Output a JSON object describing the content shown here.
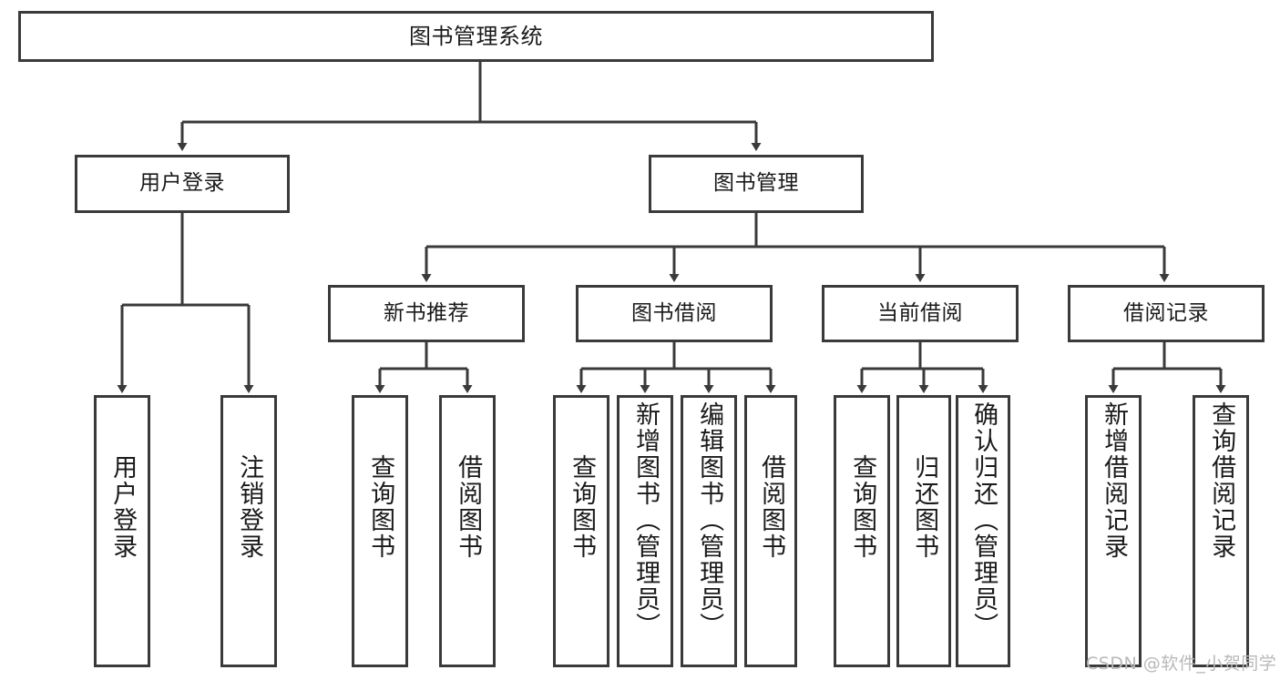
{
  "diagram": {
    "type": "tree",
    "title": "图书管理系统",
    "watermark": "CSDN @软件_小贺同学",
    "colors": {
      "box_border": "#3a3a3a",
      "box_fill": "#ffffff",
      "edge": "#3a3a3a",
      "text": "#1a1a1a",
      "watermark": "#b9b9b9",
      "background": "#ffffff"
    },
    "nodes": {
      "root": {
        "label": "图书管理系统",
        "level": 0
      },
      "l1": [
        {
          "id": "user_login",
          "label": "用户登录"
        },
        {
          "id": "book_manage",
          "label": "图书管理"
        }
      ],
      "l2": [
        {
          "id": "new_book_rec",
          "label": "新书推荐",
          "parent": "book_manage"
        },
        {
          "id": "book_borrow",
          "label": "图书借阅",
          "parent": "book_manage"
        },
        {
          "id": "current_borrow",
          "label": "当前借阅",
          "parent": "book_manage"
        },
        {
          "id": "borrow_record",
          "label": "借阅记录",
          "parent": "book_manage"
        }
      ],
      "leaves": [
        {
          "id": "leaf_user_login",
          "label": "用户登录",
          "parent": "user_login"
        },
        {
          "id": "leaf_logout",
          "label": "注销登录",
          "parent": "user_login"
        },
        {
          "id": "leaf_query_book_1",
          "label": "查询图书",
          "parent": "new_book_rec"
        },
        {
          "id": "leaf_borrow_book_1",
          "label": "借阅图书",
          "parent": "new_book_rec"
        },
        {
          "id": "leaf_query_book_2",
          "label": "查询图书",
          "parent": "book_borrow"
        },
        {
          "id": "leaf_add_book",
          "label": "新增图书（管理员）",
          "parent": "book_borrow"
        },
        {
          "id": "leaf_edit_book",
          "label": "编辑图书（管理员）",
          "parent": "book_borrow"
        },
        {
          "id": "leaf_borrow_book_2",
          "label": "借阅图书",
          "parent": "book_borrow"
        },
        {
          "id": "leaf_query_book_3",
          "label": "查询图书",
          "parent": "current_borrow"
        },
        {
          "id": "leaf_return_book",
          "label": "归还图书",
          "parent": "current_borrow"
        },
        {
          "id": "leaf_confirm_return",
          "label": "确认归还（管理员）",
          "parent": "current_borrow"
        },
        {
          "id": "leaf_add_record",
          "label": "新增借阅记录",
          "parent": "borrow_record"
        },
        {
          "id": "leaf_query_record",
          "label": "查询借阅记录",
          "parent": "borrow_record"
        }
      ]
    }
  }
}
